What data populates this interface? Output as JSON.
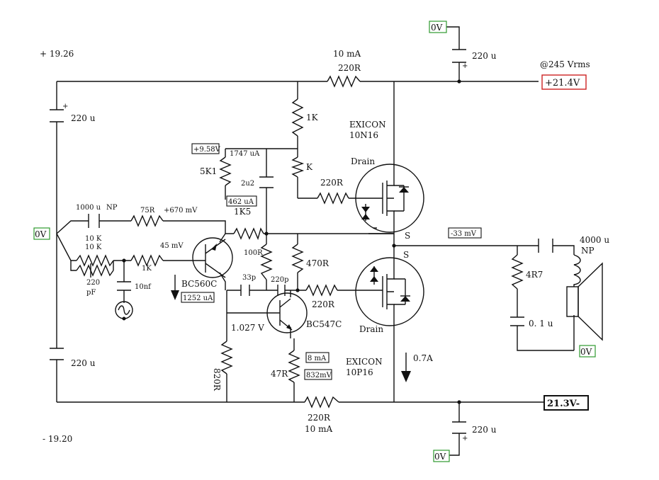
{
  "rail_voltage_top": "+ 19.26",
  "rail_voltage_bottom": "- 19.20",
  "top_supply": {
    "current": "10 mA",
    "resistor": "220R",
    "cap": "220 u",
    "ground": "0V",
    "ripple": "@245 Vrms",
    "voltage": "+21.4V"
  },
  "bottom_supply": {
    "current": "10 mA",
    "resistor": "220R",
    "cap": "220 u",
    "ground": "0V",
    "voltage": "21.3V-"
  },
  "rail_caps": {
    "top": "220 u",
    "bottom": "220 u"
  },
  "input": {
    "ground": "0V",
    "cap": "1000 u",
    "cap_np": "NP",
    "r_series": "75R",
    "v_node": "+670 mV",
    "r_small_1": "10 K",
    "r_small_2": "10 K",
    "cap_pf": "220",
    "cap_pf_unit": "pF",
    "r_in": "1K",
    "cap_nf": "10nf",
    "v_base": "45 mV"
  },
  "ltp": {
    "r_emitter": "5K1",
    "v_emitter": "+9.58V",
    "i_emitter": "1747 uA",
    "cap_2u2": "2u2",
    "i_tail": "462 uA",
    "r_1k5": "1K5",
    "transistor": "BC560C",
    "i_collector": "1252 uA"
  },
  "vas": {
    "r_1k_top": "1K",
    "r_k": "K",
    "r_100r": "100R",
    "r_470r": "470R",
    "cap_33p": "33p",
    "cap_220p": "220p",
    "transistor": "BC547C",
    "v_node": "1.027 V",
    "r_820r": "820R",
    "r_47r": "47R",
    "i_emitter": "8 mA",
    "v_emitter": "832mV"
  },
  "upper_mosfet": {
    "brand": "EXICON",
    "part": "10N16",
    "drain": "Drain",
    "source": "S",
    "gate_r": "220R"
  },
  "lower_mosfet": {
    "brand": "EXICON",
    "part": "10P16",
    "drain": "Drain",
    "source": "S",
    "gate_r": "220R"
  },
  "output": {
    "offset": "-33 mV",
    "cap": "4000 u",
    "cap_np": "NP",
    "zobel_r": "4R7",
    "zobel_c": "0. 1 u",
    "ground": "0V",
    "bias_current": "0.7A"
  }
}
